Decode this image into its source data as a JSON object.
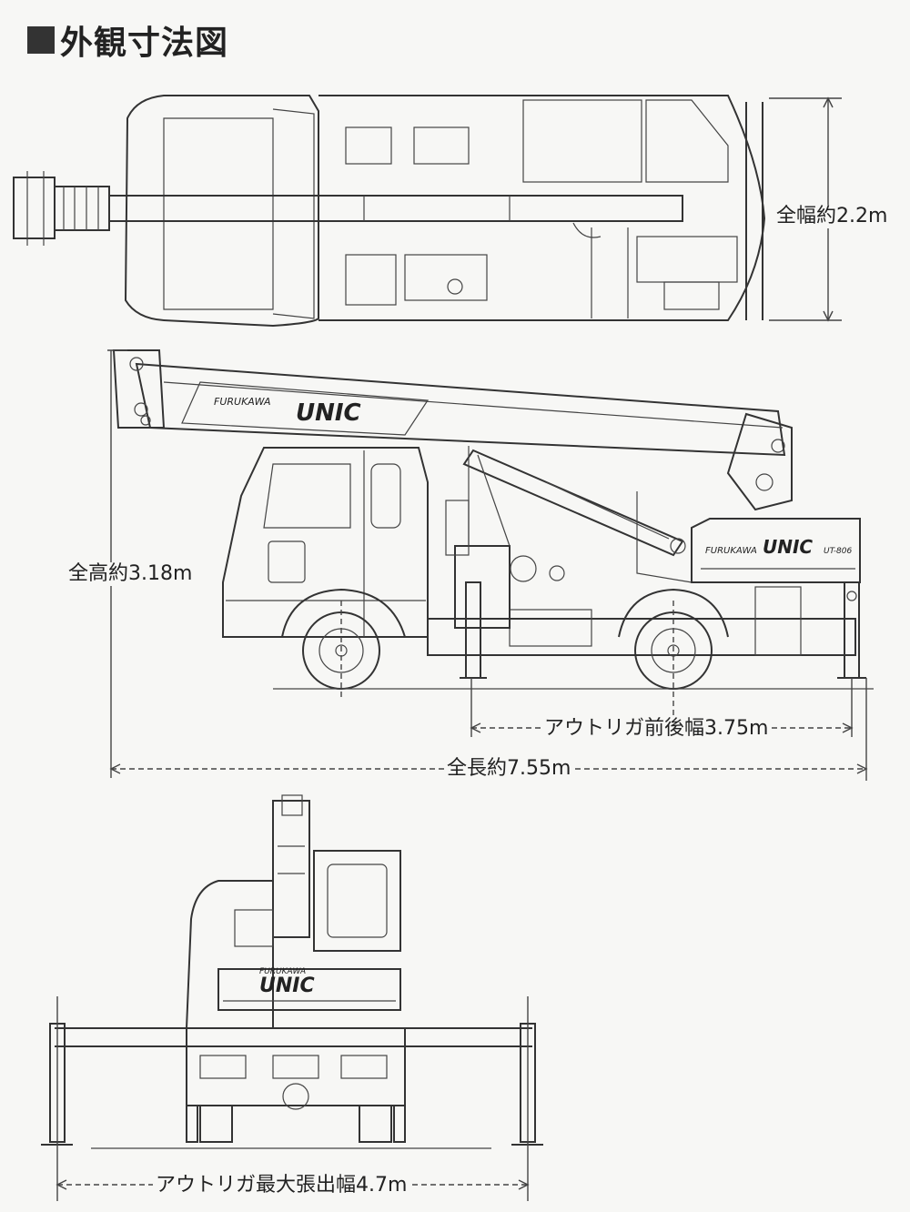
{
  "title": "外観寸法図",
  "labels": {
    "width": "全幅約2.2m",
    "height": "全高約3.18m",
    "outrigger_fb": "アウトリガ前後幅3.75m",
    "length": "全長約7.55m",
    "outrigger_max": "アウトリガ最大張出幅4.7m"
  },
  "logos": {
    "brand_small": "FURUKAWA",
    "brand": "UNIC",
    "model": "UT-806"
  },
  "colors": {
    "line": "#333333",
    "background": "#f7f7f5"
  }
}
